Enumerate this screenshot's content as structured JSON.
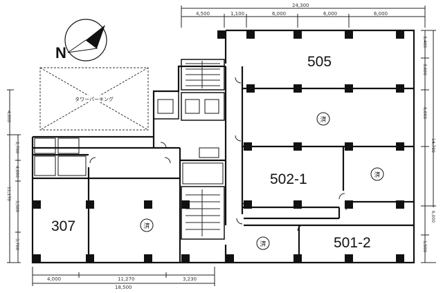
{
  "compass": {
    "label": "N"
  },
  "parking": {
    "label": "タワーパーキング"
  },
  "rooms": [
    {
      "id": "505",
      "label": "505"
    },
    {
      "id": "502-1",
      "label": "502-1"
    },
    {
      "id": "501-2",
      "label": "501-2"
    },
    {
      "id": "307",
      "label": "307"
    }
  ],
  "stamps": {
    "label": "済"
  },
  "dims": {
    "top_total": "24,300",
    "top_1": "4,500",
    "top_2": "1,100",
    "top_3": "6,000",
    "top_4": "6,000",
    "top_5": "6,000",
    "bottom_total": "18,500",
    "bottom_1": "4,000",
    "bottom_2": "11,270",
    "bottom_3": "3,230",
    "left_1": "4,000",
    "left_2": "2,700",
    "left_3": "11,170",
    "left_4": "4,000",
    "left_5": "3,500",
    "left_6": "3,700",
    "right_1": "3,400",
    "right_2": "6,000",
    "right_3": "3,600",
    "right_total": "14,700",
    "right_4": "6,000",
    "right_5": "1,500"
  }
}
